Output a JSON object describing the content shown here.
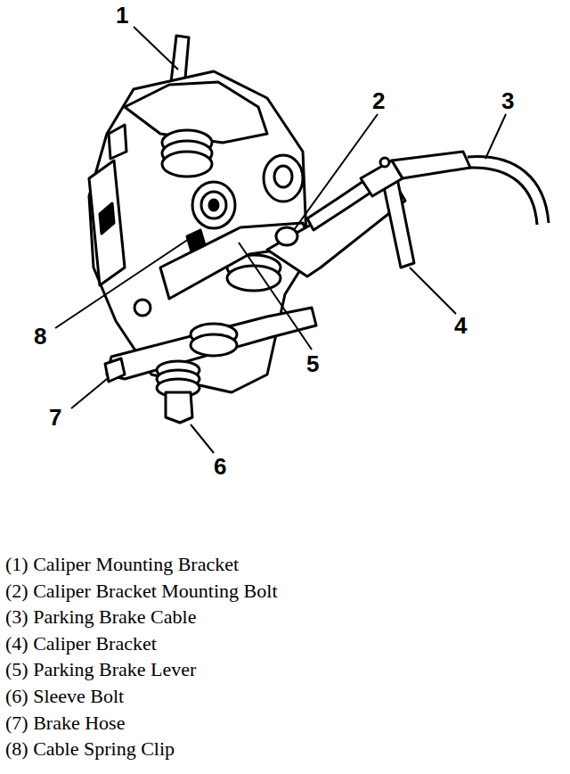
{
  "diagram": {
    "labels": [
      "1",
      "2",
      "3",
      "4",
      "5",
      "6",
      "7",
      "8",
      "(1) Caliper Mounting Bracket",
      "(2) Caliper Bracket Mounting Bolt",
      "(3) Parking Brake Cable",
      "(4) Caliper Bracket",
      "(5) Parking Brake Lever",
      "(6) Sleeve Bolt",
      "(7) Brake Hose",
      "(8) Cable Spring Clip"
    ]
  }
}
